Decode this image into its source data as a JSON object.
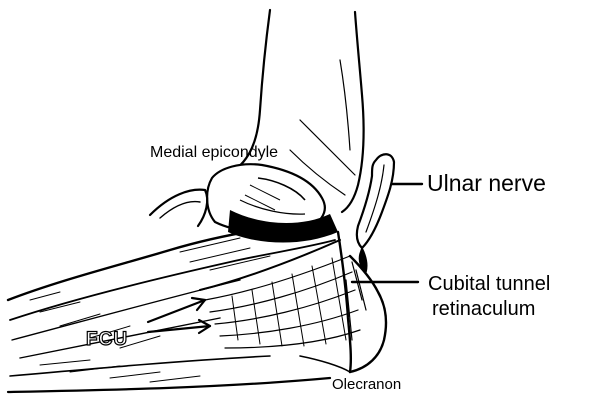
{
  "labels": {
    "medial_epicondyle": "Medial epicondyle",
    "ulnar_nerve": "Ulnar nerve",
    "cubital_tunnel_line1": "Cubital tunnel",
    "cubital_tunnel_line2": "retinaculum",
    "fcu": "FCU",
    "olecranon": "Olecranon"
  },
  "colors": {
    "ink": "#000000",
    "paper": "#ffffff"
  }
}
